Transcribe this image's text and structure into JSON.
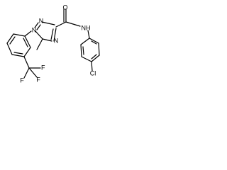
{
  "molecule": {
    "atoms": {
      "n_top": "N",
      "n_ring1": "N",
      "n_ring2": "N",
      "nh": "NH",
      "o": "O",
      "cl": "Cl",
      "f1": "F",
      "f2": "F",
      "f3": "F"
    },
    "colors": {
      "bond": "#000000",
      "label": "#000000",
      "background": "#ffffff"
    }
  }
}
